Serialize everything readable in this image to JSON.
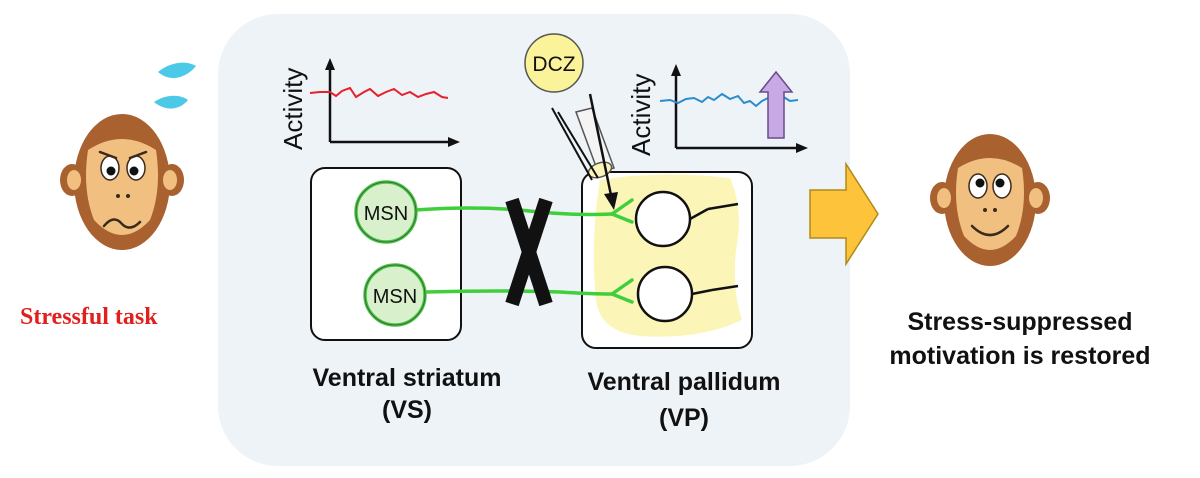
{
  "left_caption": "Stressful task",
  "right_caption": {
    "line1": "Stress-suppressed",
    "line2": "motivation is restored"
  },
  "vs_label": {
    "line1": "Ventral striatum",
    "line2": "(VS)"
  },
  "vp_label": {
    "line1": "Ventral pallidum",
    "line2": "(VP)"
  },
  "neuron_label": "MSN",
  "axis_label": "Activity",
  "drug_label": "DCZ",
  "colors": {
    "panel_bg": "#eef3f8",
    "vs_trace": "#e8202a",
    "vp_trace": "#2a8ccc",
    "neuron_fill": "#d8f0cc",
    "axon": "#3fcf3a",
    "vp_highlight": "#fbf6b8",
    "dcz_fill": "#fbf39a",
    "arrow_up": "#c9a8e6",
    "big_arrow": "#fdc43b",
    "monkey_face": "#f1bf80",
    "monkey_fur": "#a8612f",
    "sweat": "#4cc9e6",
    "caption_red": "#e0201c"
  },
  "icons": [
    "worried-monkey-icon",
    "happy-monkey-icon",
    "sweat-drops-icon",
    "light-fiber-icon",
    "up-arrow-icon",
    "right-arrow-icon",
    "block-x-icon"
  ]
}
